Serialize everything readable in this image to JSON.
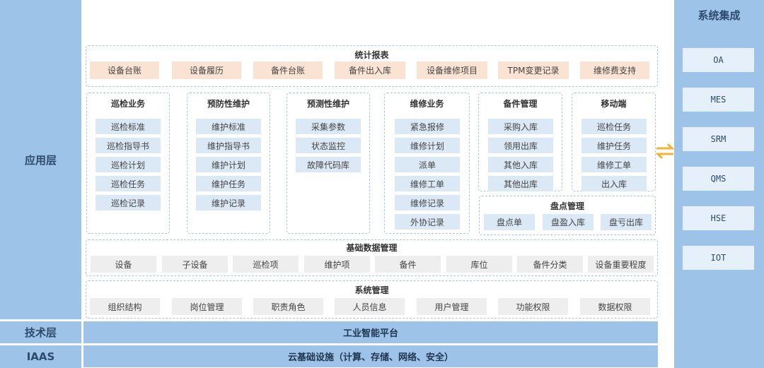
{
  "layers": {
    "app": "应用层",
    "tech": "技术层",
    "iaas": "IAAS"
  },
  "integration": {
    "title": "系统集成",
    "items": [
      "OA",
      "MES",
      "SRM",
      "QMS",
      "HSE",
      "IOT"
    ]
  },
  "reports": {
    "title": "统计报表",
    "items": [
      "设备台账",
      "设备履历",
      "备件台账",
      "备件出入库",
      "设备维修项目",
      "TPM变更记录",
      "维修费支持"
    ]
  },
  "modules": [
    {
      "title": "巡检业务",
      "items": [
        "巡检标准",
        "巡检指导书",
        "巡检计划",
        "巡检任务",
        "巡检记录"
      ]
    },
    {
      "title": "预防性维护",
      "items": [
        "维护标准",
        "维护指导书",
        "维护计划",
        "维护任务",
        "维护记录"
      ]
    },
    {
      "title": "预测性维护",
      "items": [
        "采集参数",
        "状态监控",
        "故障代码库"
      ]
    },
    {
      "title": "维修业务",
      "items": [
        "紧急报修",
        "维修计划",
        "派单",
        "维修工单",
        "维修记录",
        "外协记录"
      ]
    },
    {
      "title": "备件管理",
      "items": [
        "采购入库",
        "领用出库",
        "其他入库",
        "其他出库"
      ]
    },
    {
      "title": "移动端",
      "items": [
        "巡检任务",
        "维护任务",
        "维修工单",
        "出入库"
      ]
    }
  ],
  "inventory": {
    "title": "盘点管理",
    "items": [
      "盘点单",
      "盘盈入库",
      "盘亏出库"
    ]
  },
  "basedata": {
    "title": "基础数据管理",
    "items": [
      "设备",
      "子设备",
      "巡检项",
      "维护项",
      "备件",
      "库位",
      "备件分类",
      "设备重要程度"
    ]
  },
  "sysmgmt": {
    "title": "系统管理",
    "items": [
      "组织结构",
      "岗位管理",
      "职责角色",
      "人员信息",
      "用户管理",
      "功能权限",
      "数据权限"
    ]
  },
  "platform": "工业智能平台",
  "infra": "云基础设施（计算、存储、网络、安全）",
  "colors": {
    "layer": "#9ec3e8",
    "report_chip": "#fbe3d3",
    "module_chip": "#dbe8f6",
    "base_chip": "#eeeeee",
    "arrow": "#f5b335"
  },
  "icons": {
    "exchange": "bidirectional-arrow-icon"
  }
}
